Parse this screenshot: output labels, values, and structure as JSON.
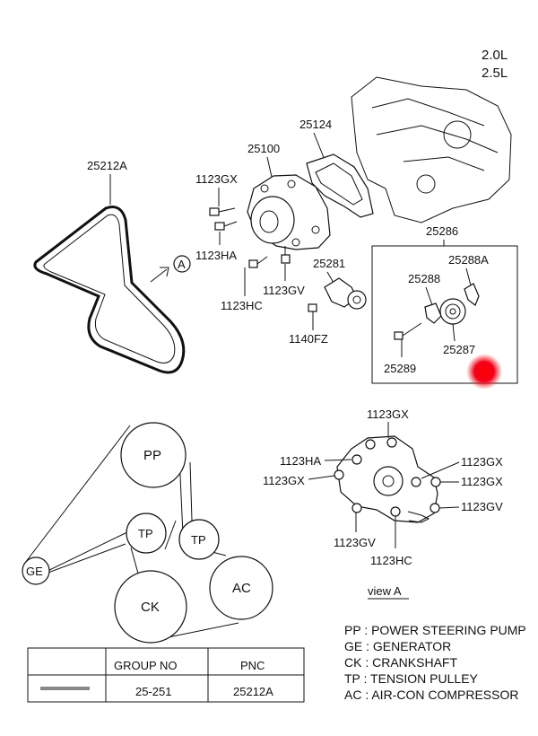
{
  "engine": [
    "2.0L",
    "2.5L"
  ],
  "parts": {
    "belt": "25212A",
    "water_pump": "25100",
    "gasket": "25124",
    "bolt_gx": "1123GX",
    "bolt_ha": "1123HA",
    "bolt_hc": "1123HC",
    "bolt_gv": "1123GV",
    "tensioner": "25281",
    "tensioner_bolt": "1140FZ",
    "pulley_assy": "25286",
    "bracket": "25288A",
    "bracket_b": "25288",
    "pulley": "25287",
    "pulley_bolt": "25289"
  },
  "view_marker": "A",
  "view_a": {
    "title": "view  A",
    "labels": {
      "gx_top": "1123GX",
      "ha": "1123HA",
      "gx_left": "1123GX",
      "gx_right1": "1123GX",
      "gx_right2": "1123GX",
      "gv_right": "1123GV",
      "gv_bottom": "1123GV",
      "hc": "1123HC"
    }
  },
  "routing": {
    "pp": "PP",
    "ge": "GE",
    "tp1": "TP",
    "tp2": "TP",
    "ck": "CK",
    "ac": "AC"
  },
  "legend": [
    "PP : POWER STEERING PUMP",
    "GE : GENERATOR",
    "CK : CRANKSHAFT",
    "TP : TENSION PULLEY",
    "AC : AIR-CON COMPRESSOR"
  ],
  "table": {
    "headers": [
      "",
      "GROUP NO",
      "PNC"
    ],
    "row": [
      "",
      "25-251",
      "25212A"
    ]
  },
  "colors": {
    "marker": "#e8001a",
    "ink": "#111111"
  }
}
